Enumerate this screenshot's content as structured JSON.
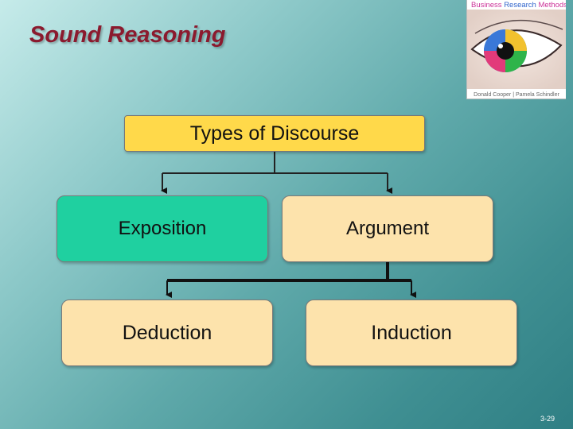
{
  "slide": {
    "title": "Sound Reasoning",
    "number": "3-29"
  },
  "logo": {
    "title_part1": "Business ",
    "title_part2": "Research",
    "title_part3": " Methods",
    "footer": "Donald Cooper | Pamela Schindler",
    "icon": "eye-icon"
  },
  "diagram": {
    "root": "Types of Discourse",
    "level1": [
      "Exposition",
      "Argument"
    ],
    "level2": [
      "Deduction",
      "Induction"
    ]
  },
  "colors": {
    "title": "#8b1a2e",
    "root_fill": "#ffd94a",
    "exposition_fill": "#1fd0a0",
    "node_fill": "#fde3ac"
  }
}
